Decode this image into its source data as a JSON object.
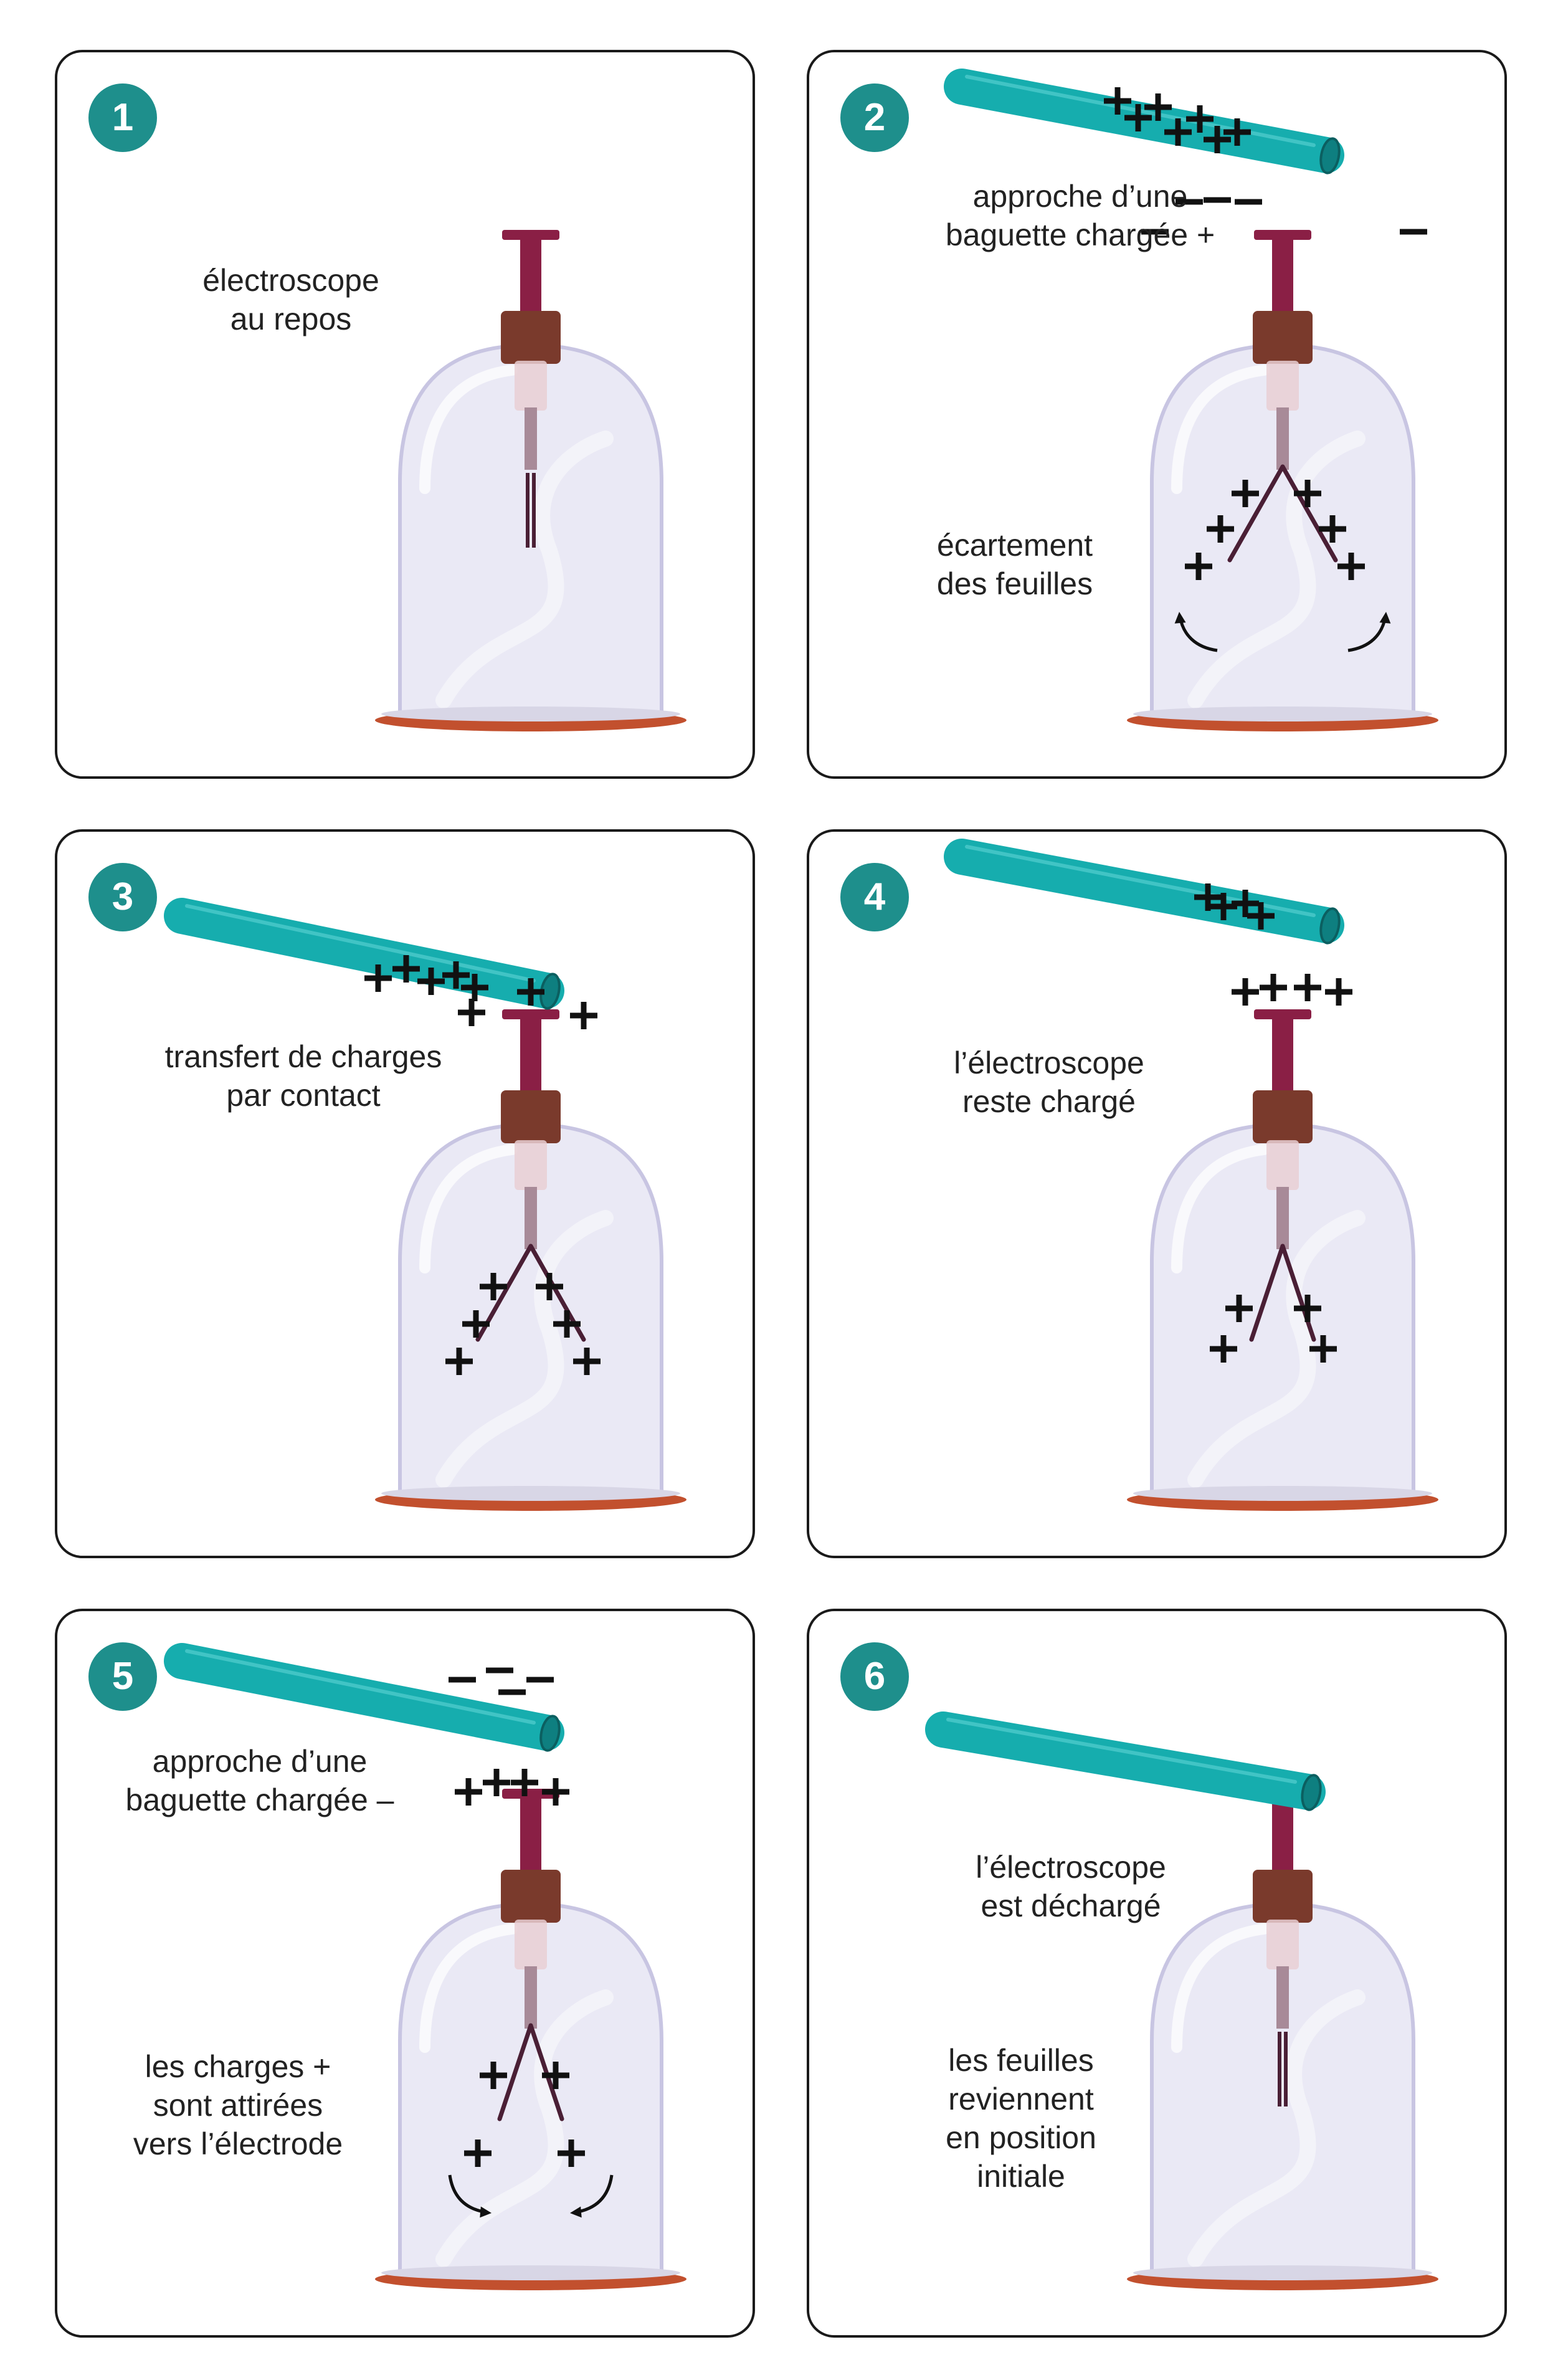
{
  "colors": {
    "border": "#1a1a1a",
    "badge": "#1e8f8c",
    "rod": "#16adae",
    "rod_dark": "#0e7f80",
    "electrode": "#8a1f45",
    "electrode_cap": "#7a3a2c",
    "base": "#c2502e",
    "bell": "#d9d7ec",
    "text": "#222222"
  },
  "panels": [
    {
      "number": "1",
      "captions": [
        {
          "lines": [
            "électroscope",
            "au repos"
          ]
        }
      ],
      "rod": "none",
      "leaves": "closed",
      "top_charges": "none",
      "leaf_charges": "none"
    },
    {
      "number": "2",
      "captions": [
        {
          "lines": [
            "approche d’une",
            "baguette chargée +"
          ]
        },
        {
          "lines": [
            "écartement",
            "des feuilles"
          ]
        }
      ],
      "rod": "positive-approach",
      "rod_charges": "+",
      "top_charges": "−",
      "leaf_charges": "+",
      "leaves": "spread",
      "arrows": "outward"
    },
    {
      "number": "3",
      "captions": [
        {
          "lines": [
            "transfert de charges",
            "par contact"
          ]
        }
      ],
      "rod": "positive-contact",
      "rod_charges": "+",
      "top_charges": "+",
      "leaf_charges": "+",
      "leaves": "spread"
    },
    {
      "number": "4",
      "captions": [
        {
          "lines": [
            "l’électroscope",
            "reste chargé"
          ]
        }
      ],
      "rod": "positive-removed",
      "rod_charges": "+",
      "top_charges": "+",
      "leaf_charges": "+",
      "leaves": "half-spread"
    },
    {
      "number": "5",
      "captions": [
        {
          "lines": [
            "approche d’une",
            "baguette chargée –"
          ]
        },
        {
          "lines": [
            "les charges +",
            "sont attirées",
            "vers l’électrode"
          ]
        }
      ],
      "rod": "negative-approach",
      "rod_charges": "−",
      "top_charges": "+",
      "leaf_charges": "+",
      "leaves": "half-spread",
      "arrows": "inward"
    },
    {
      "number": "6",
      "captions": [
        {
          "lines": [
            "l’électroscope",
            "est déchargé"
          ]
        },
        {
          "lines": [
            "les feuilles",
            "reviennent",
            "en position",
            "initiale"
          ]
        }
      ],
      "rod": "neutral-contact",
      "rod_charges": "none",
      "top_charges": "none",
      "leaf_charges": "none",
      "leaves": "closed"
    }
  ]
}
